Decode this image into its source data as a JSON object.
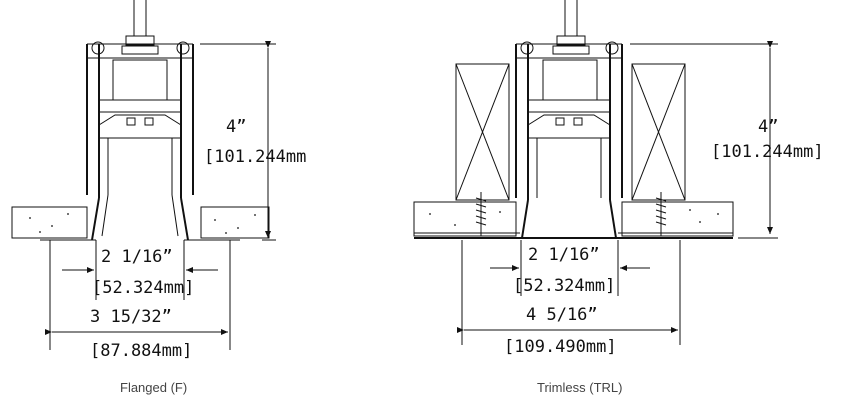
{
  "flanged": {
    "caption": "Flanged (F)",
    "height_in": "4”",
    "height_mm": "[101.244mm",
    "inner_in": "2 1/16”",
    "inner_mm": "[52.324mm]",
    "outer_in": "3 15/32”",
    "outer_mm": "[87.884mm]"
  },
  "trimless": {
    "caption": "Trimless (TRL)",
    "height_in": "4”",
    "height_mm": "[101.244mm]",
    "inner_in": "2 1/16”",
    "inner_mm": "[52.324mm]",
    "outer_in": "4 5/16”",
    "outer_mm": "[109.490mm]"
  }
}
